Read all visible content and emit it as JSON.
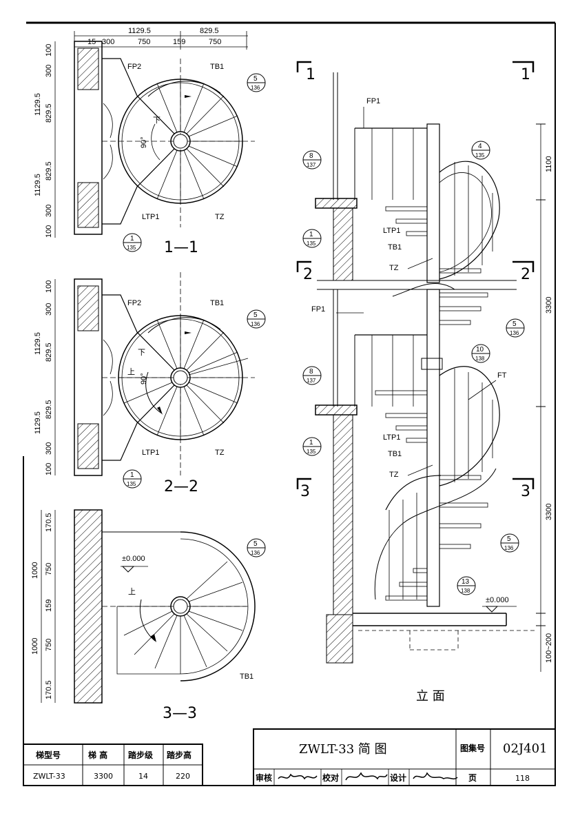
{
  "views": {
    "v11": {
      "caption": "1—1",
      "top_dims": [
        "1129.5",
        "829.5"
      ],
      "sub_dims": [
        "15",
        "300",
        "750",
        "159",
        "750"
      ],
      "left_dims": [
        "100",
        "300",
        "1129.5",
        "829.5",
        "829.5",
        "1129.5",
        "300",
        "100"
      ],
      "labels": {
        "fp2": "FP2",
        "tb1": "TB1",
        "down": "下",
        "angle": "90°",
        "ltp1": "LTP1",
        "tz": "TZ"
      },
      "refs": [
        {
          "n": "5",
          "b": "136"
        },
        {
          "n": "1",
          "b": "135"
        }
      ]
    },
    "v22": {
      "caption": "2—2",
      "left_dims": [
        "100",
        "300",
        "1129.5",
        "829.5",
        "829.5",
        "1129.5",
        "300",
        "100"
      ],
      "labels": {
        "fp2": "FP2",
        "tb1": "TB1",
        "down": "下",
        "up": "上",
        "angle": "90°",
        "ltp1": "LTP1",
        "tz": "TZ"
      },
      "refs": [
        {
          "n": "5",
          "b": "136"
        },
        {
          "n": "1",
          "b": "135"
        }
      ]
    },
    "v33": {
      "caption": "3—3",
      "left_dims": [
        "170.5",
        "1000",
        "750",
        "159",
        "1000",
        "750",
        "170.5"
      ],
      "labels": {
        "elev": "±0.000",
        "up": "上",
        "tb1": "TB1"
      },
      "refs": [
        {
          "n": "5",
          "b": "136"
        }
      ]
    },
    "elevation": {
      "caption": "立 面",
      "section_marks": [
        "1",
        "1",
        "2",
        "2",
        "3",
        "3"
      ],
      "labels": {
        "fp1a": "FP1",
        "fp1b": "FP1",
        "ltp1a": "LTP1",
        "tb1a": "TB1",
        "tza": "TZ",
        "ltp1b": "LTP1",
        "tb1b": "TB1",
        "tzb": "TZ",
        "ft": "FT",
        "elev": "±0.000"
      },
      "right_dims": [
        "1100",
        "3300",
        "3300",
        "100~200"
      ],
      "refs": [
        {
          "n": "8",
          "b": "137"
        },
        {
          "n": "4",
          "b": "135"
        },
        {
          "n": "1",
          "b": "135"
        },
        {
          "n": "5",
          "b": "136"
        },
        {
          "n": "10",
          "b": "138"
        },
        {
          "n": "8",
          "b": "137"
        },
        {
          "n": "1",
          "b": "135"
        },
        {
          "n": "5",
          "b": "136"
        },
        {
          "n": "13",
          "b": "138"
        }
      ]
    }
  },
  "spec_table": {
    "headers": [
      "梯型号",
      "梯 高",
      "踏步级",
      "踏步高"
    ],
    "row": [
      "ZWLT-33",
      "3300",
      "14",
      "220"
    ]
  },
  "title_block": {
    "title": "ZWLT-33  简  图",
    "atlas_label": "图集号",
    "atlas_no": "02J401",
    "review_label": "审核",
    "check_label": "校对",
    "design_label": "设计",
    "page_label": "页",
    "page_no": "118"
  }
}
